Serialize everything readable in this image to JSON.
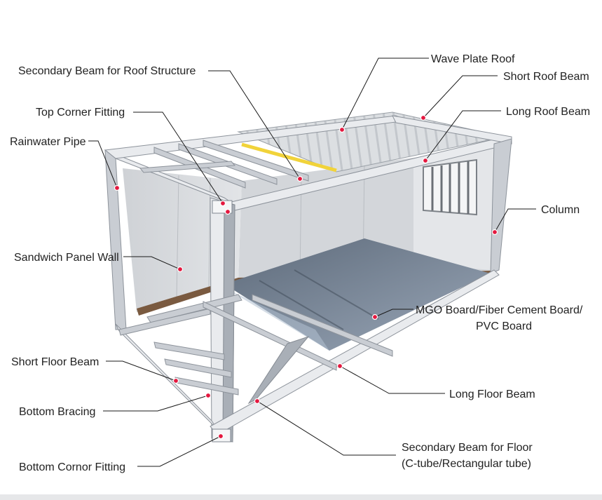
{
  "labels": {
    "wave_plate_roof": "Wave Plate Roof",
    "secondary_beam_roof": "Secondary Beam for Roof Structure",
    "short_roof_beam": "Short Roof Beam",
    "top_corner_fitting": "Top Corner Fitting",
    "long_roof_beam": "Long Roof Beam",
    "rainwater_pipe": "Rainwater Pipe",
    "column": "Column",
    "sandwich_panel_wall": "Sandwich Panel Wall",
    "floor_board_line1": "MGO Board/Fiber Cement Board/",
    "floor_board_line2": "PVC Board",
    "short_floor_beam": "Short Floor Beam",
    "long_floor_beam": "Long Floor Beam",
    "bottom_bracing": "Bottom Bracing",
    "secondary_beam_floor_line1": "Secondary Beam for Floor",
    "secondary_beam_floor_line2": "(C-tube/Rectangular tube)",
    "bottom_corner_fitting": "Bottom Cornor Fitting"
  },
  "colors": {
    "marker": "#e4183f",
    "leader_line": "#1a1a1a",
    "steel_light": "#e9ebee",
    "steel_mid": "#c9cdd3",
    "floor_board": "#8a98ab",
    "roof_sheet": "#d7dadd",
    "gutter": "#f1d33a",
    "trim_brown": "#7a5a40"
  }
}
